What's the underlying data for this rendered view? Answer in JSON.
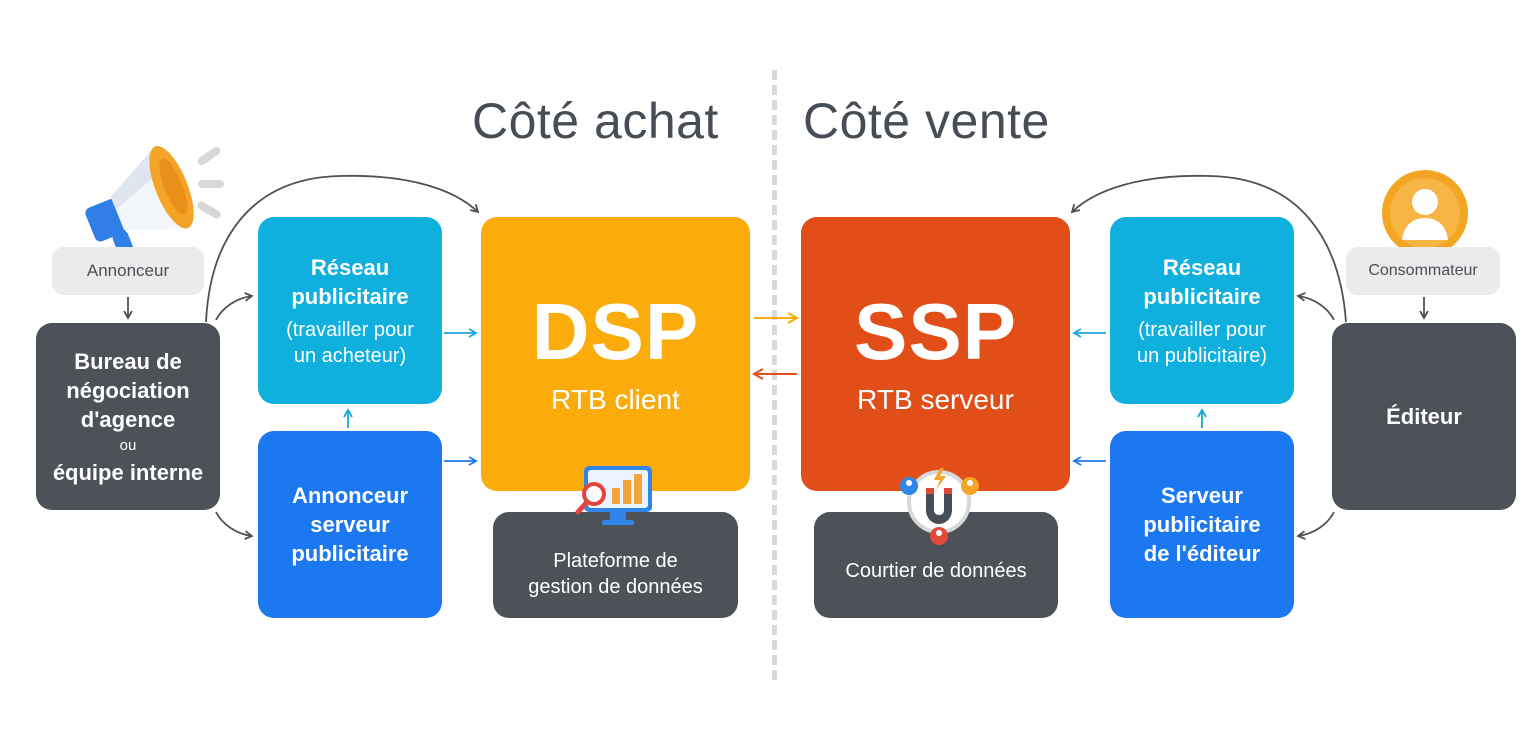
{
  "headings": {
    "buy_side": "Côté achat",
    "sell_side": "Côté vente"
  },
  "buy_side": {
    "advertiser_label": "Annonceur",
    "agency": {
      "line1": "Bureau de",
      "line2": "négociation",
      "line3": "d'agence",
      "ou": "ou",
      "line4": "équipe interne"
    },
    "ad_network": {
      "title1": "Réseau",
      "title2": "publicitaire",
      "sub1": "(travailler pour",
      "sub2": "un acheteur)"
    },
    "ad_server": {
      "line1": "Annonceur",
      "line2": "serveur",
      "line3": "publicitaire"
    },
    "dsp": {
      "title": "DSP",
      "subtitle": "RTB client"
    },
    "dmp": {
      "line1": "Plateforme de",
      "line2": "gestion de données"
    }
  },
  "sell_side": {
    "consumer_label": "Consommateur",
    "publisher": "Éditeur",
    "ad_network": {
      "title1": "Réseau",
      "title2": "publicitaire",
      "sub1": "(travailler pour",
      "sub2": "un publicitaire)"
    },
    "ad_server": {
      "line1": "Serveur",
      "line2": "publicitaire",
      "line3": "de l'éditeur"
    },
    "ssp": {
      "title": "SSP",
      "subtitle": "RTB serveur"
    },
    "data_broker": "Courtier de données"
  },
  "colors": {
    "dark": "#4d5158",
    "cyan": "#0fb0de",
    "blue": "#1b78f0",
    "orange": "#fbac0b",
    "red": "#e24e18",
    "arrow_cyan": "#18a8dd",
    "arrow_blue": "#1b78f0"
  },
  "icons": {
    "advertiser": "megaphone-icon",
    "consumer": "user-avatar-icon",
    "dmp": "monitor-chart-icon",
    "broker": "magnet-users-icon"
  }
}
